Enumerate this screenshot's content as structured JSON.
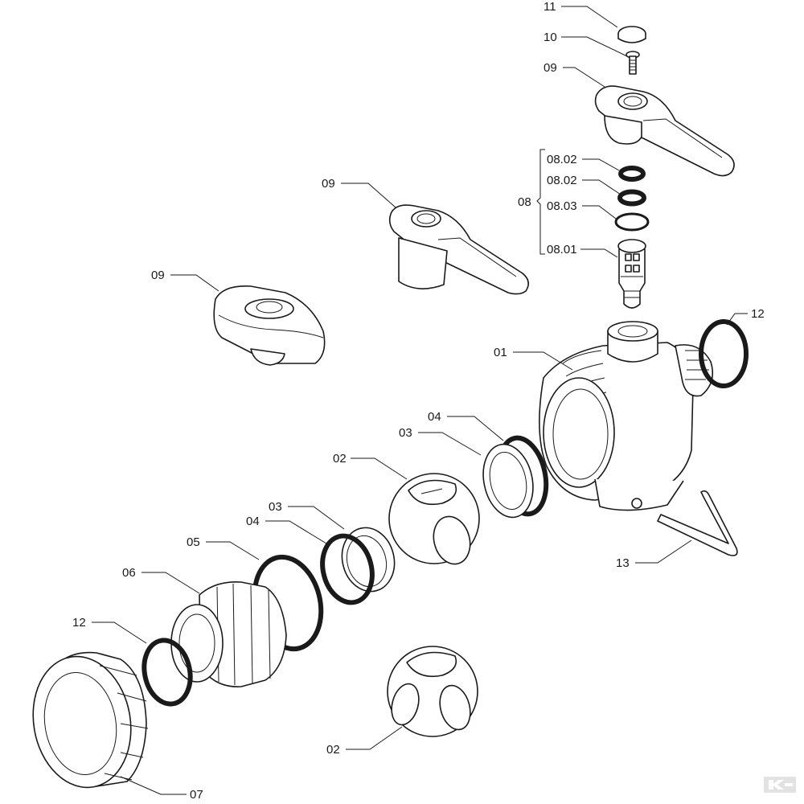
{
  "callouts": {
    "c11": "11",
    "c10": "10",
    "c09_top": "09",
    "c08_02_a": "08.02",
    "c08_02_b": "08.02",
    "c08": "08",
    "c08_03": "08.03",
    "c08_01": "08.01",
    "c09_mid": "09",
    "c09_left": "09",
    "c12_right": "12",
    "c01": "01",
    "c04_upper": "04",
    "c03_upper": "03",
    "c02_upper": "02",
    "c03_lower": "03",
    "c04_lower": "04",
    "c05": "05",
    "c06": "06",
    "c12_left": "12",
    "c13": "13",
    "c02_lower": "02",
    "c07": "07"
  },
  "icons": {
    "brand_logo": "k-logo-icon"
  }
}
